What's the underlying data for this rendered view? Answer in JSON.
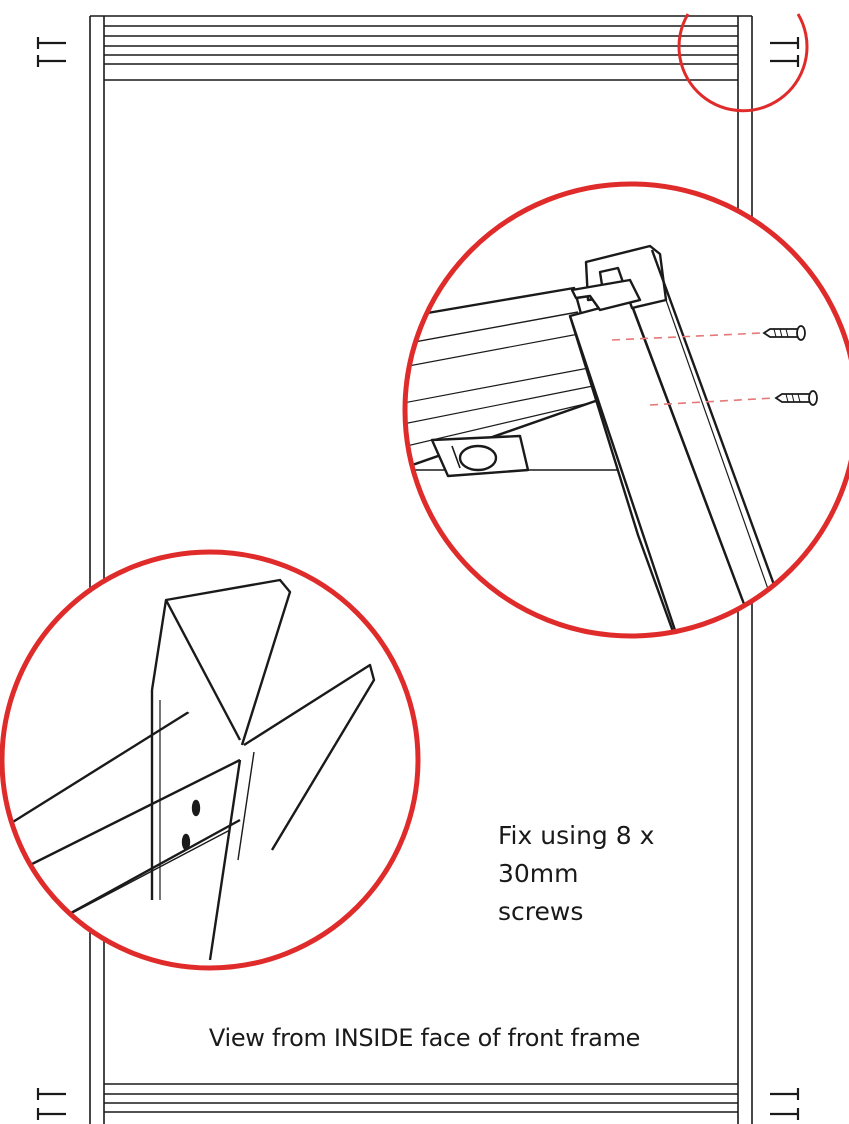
{
  "instruction": {
    "lines": [
      "Fix using 8 x",
      "30mm",
      "screws"
    ]
  },
  "view_caption": "View from INSIDE face of front frame",
  "colors": {
    "callout_circle": "#e02b2b",
    "line_art": "#1a1a1a",
    "screw_guide": "#e67878"
  },
  "icons": {
    "screw": "screw-icon",
    "fixing_marks": "double-tick-marks"
  }
}
